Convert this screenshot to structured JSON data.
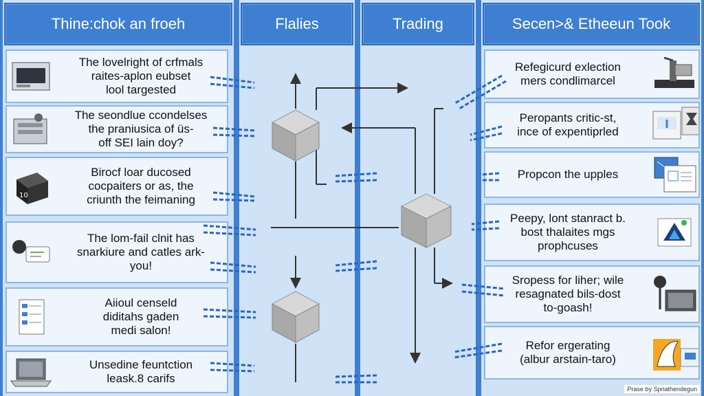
{
  "headers": [
    {
      "label": "Thine:chok an froeh"
    },
    {
      "label": "Flalies"
    },
    {
      "label": "Trading"
    },
    {
      "label": "Secen>& Etheeun Took"
    }
  ],
  "left_cards": [
    {
      "text": "The lovelright of crfmals\nraites-aplon eubset\nlool targested",
      "icon": "monitor-icon"
    },
    {
      "text": "The seondlue ccondelses\nthe praniusica of üs-\noff SEI lain doy?",
      "icon": "server-icon"
    },
    {
      "text": "Birocf loar ducosed\ncocpaiters or as, the\ncriunth the feimaning",
      "icon": "chip-icon"
    },
    {
      "text": "The lom-fail clnit has\nsnarkiure and catles ark-\nyou!",
      "icon": "chat-icon"
    },
    {
      "text": "Aiioul censeld\ndiditahs gaden\nmedi salon!",
      "icon": "document-icon"
    },
    {
      "text": "Unsedine feuntction\nleask.8 carifs",
      "icon": "laptop-icon"
    }
  ],
  "right_cards": [
    {
      "text": "Refegicurd exlection\nmers condlimarcel",
      "icon": "microscope-icon"
    },
    {
      "text": "Peropants critic-st,\nince of expentiprled",
      "icon": "lab-equipment-icon"
    },
    {
      "text": "Propcon the upples",
      "icon": "blueprint-icon"
    },
    {
      "text": "Peepy, lont stanract b.\nbost thalaites mgs\nprophcuses",
      "icon": "triangle-logo-icon"
    },
    {
      "text": "Sropess for liher; wile\nresagnated bils-dost\nto-goash!",
      "icon": "lamp-monitor-icon"
    },
    {
      "text": "Refor ergerating\n(albur arstain-taro)",
      "icon": "shark-logo-icon"
    }
  ],
  "footnote": "Prase by Spriathendegun",
  "colors": {
    "header": "#3e7fd2",
    "column": "#cfe2f6",
    "border": "#3f7fd0"
  }
}
